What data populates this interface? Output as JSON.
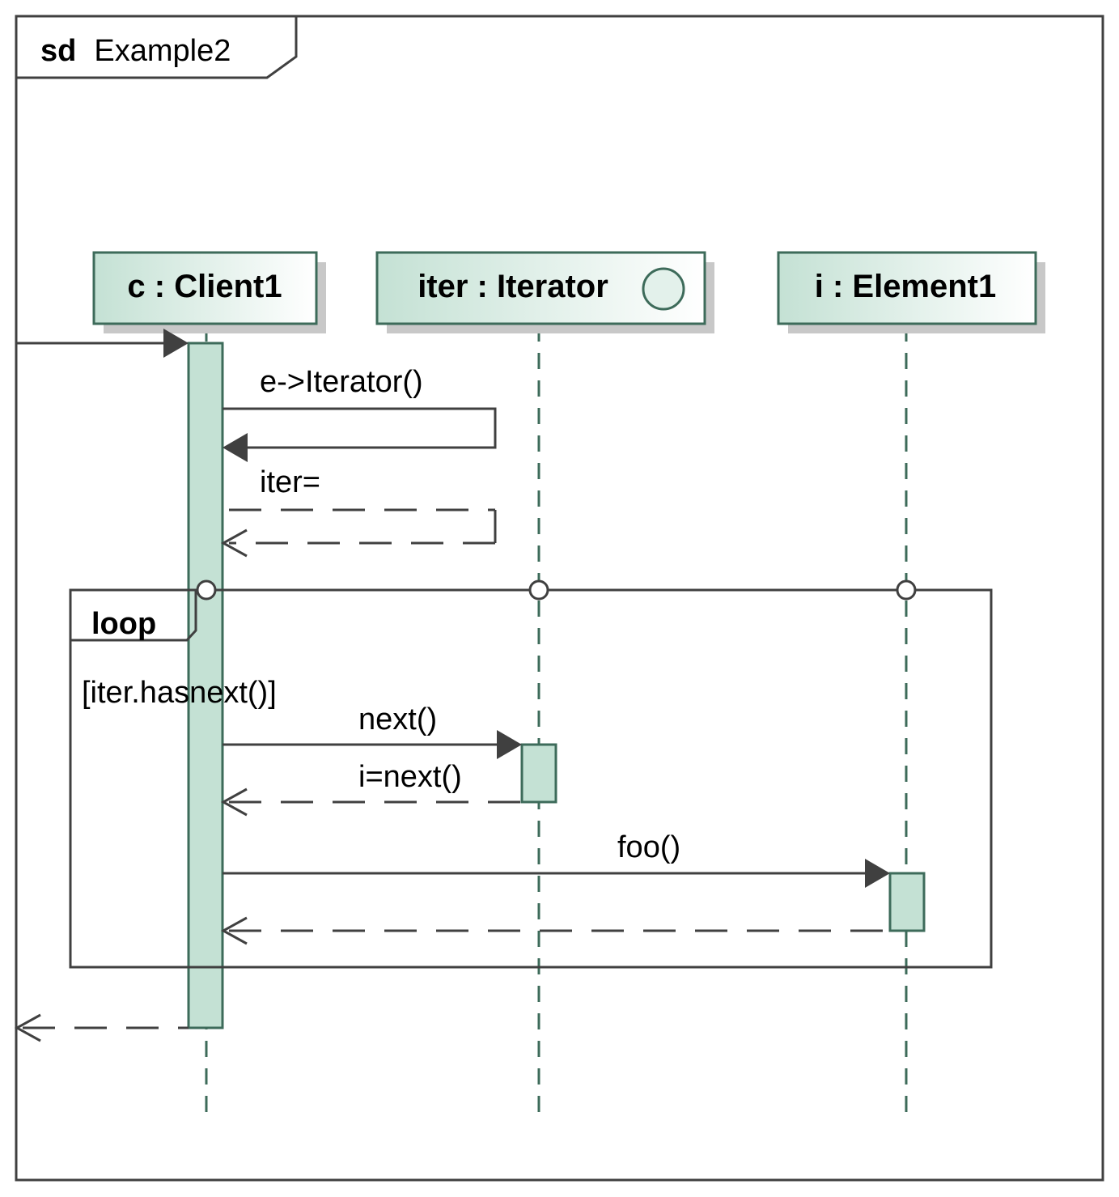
{
  "frame": {
    "keyword": "sd",
    "name": "Example2"
  },
  "lifelines": [
    {
      "title": "c : Client1"
    },
    {
      "title": "iter : Iterator",
      "icon": "interface-circle-icon"
    },
    {
      "title": "i : Element1"
    }
  ],
  "messages": {
    "create_iterator": "e->Iterator()",
    "iter_return": "iter=",
    "next_call": "next()",
    "next_return": "i=next()",
    "foo_call": "foo()"
  },
  "loop": {
    "operator": "loop",
    "guard": "[iter.hasnext()]"
  },
  "colors": {
    "header_fill_start": "#c4e1d4",
    "header_fill_end": "#ffffff",
    "header_border": "#3d6b5a",
    "activation_fill": "#c4e1d4",
    "line": "#404040"
  }
}
